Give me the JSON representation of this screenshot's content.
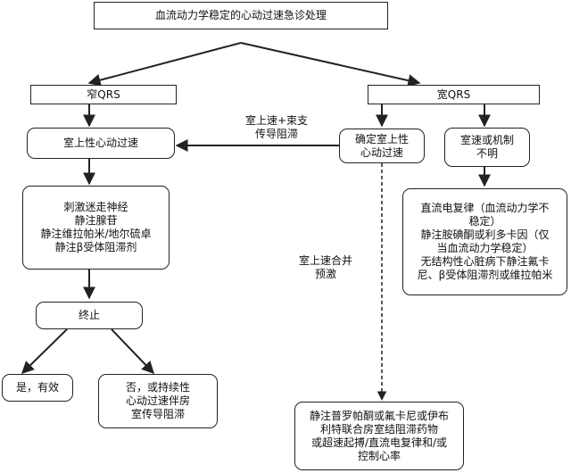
{
  "diagram": {
    "title": "血流动力学稳定的心动过速急诊处理",
    "narrow_qrs": "窄QRS",
    "wide_qrs": "宽QRS",
    "svt_box": "室上性心动过速",
    "confirm_svt": [
      "确定室上性",
      "心动过速"
    ],
    "vt_unknown": [
      "室速或机制",
      "不明"
    ],
    "label_svt_bbb": [
      "室上速+束支",
      "传导阻滞"
    ],
    "label_svt_preexc": [
      "室上速合并",
      "预激"
    ],
    "narrow_treatment": [
      "刺激迷走神经",
      "静注腺苷",
      "静注维拉帕米/地尔硫卓",
      "静注β受体阻滞剂"
    ],
    "terminate": "终止",
    "yes_effective": "是，有效",
    "no_persistent": [
      "否，或持续性",
      "心动过速伴房",
      "室传导阻滞"
    ],
    "wide_treatment": [
      "直流电复律（血流动力学不",
      "稳定）",
      "静注胺碘酮或利多卡因（仅",
      "当血流动力学稳定）",
      "无结构性心脏病下静注氟卡",
      "尼、β受体阻滞剂或维拉帕米"
    ],
    "preexc_treatment": [
      "静注普罗帕酮或氟卡尼或伊布",
      "利特联合房室结阻滞药物",
      "或超速起搏/直流电复律和/或",
      "控制心率"
    ],
    "colors": {
      "line": "#222222",
      "text": "#111111",
      "background": "#ffffff"
    }
  }
}
